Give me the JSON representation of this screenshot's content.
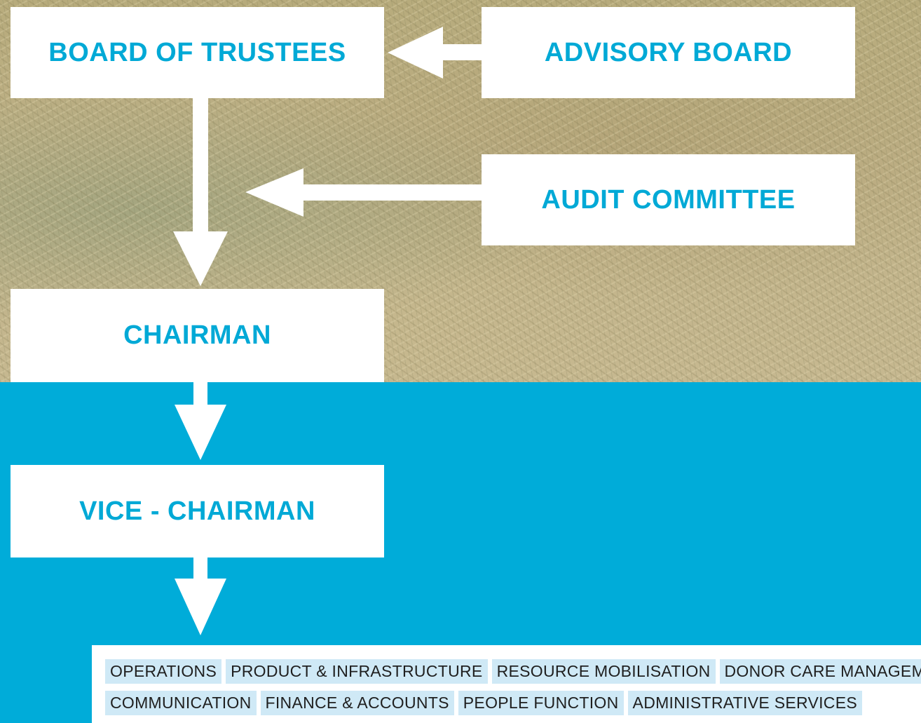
{
  "colors": {
    "accent_blue": "#00acd9",
    "box_text": "#00a9d6",
    "box_fill": "#ffffff",
    "chip_fill": "#cfe9f6",
    "chip_text": "#1f1f1f"
  },
  "diagram": {
    "board": "BOARD OF TRUSTEES",
    "advisory": "ADVISORY BOARD",
    "audit": "AUDIT COMMITTEE",
    "chairman": "CHAIRMAN",
    "vice_chairman": "VICE - CHAIRMAN"
  },
  "departments": {
    "row1": [
      "OPERATIONS",
      "PRODUCT & INFRASTRUCTURE",
      "RESOURCE MOBILISATION",
      "DONOR CARE MANAGEMENT"
    ],
    "row2": [
      "COMMUNICATION",
      "FINANCE & ACCOUNTS",
      "PEOPLE FUNCTION",
      "ADMINISTRATIVE SERVICES"
    ]
  }
}
